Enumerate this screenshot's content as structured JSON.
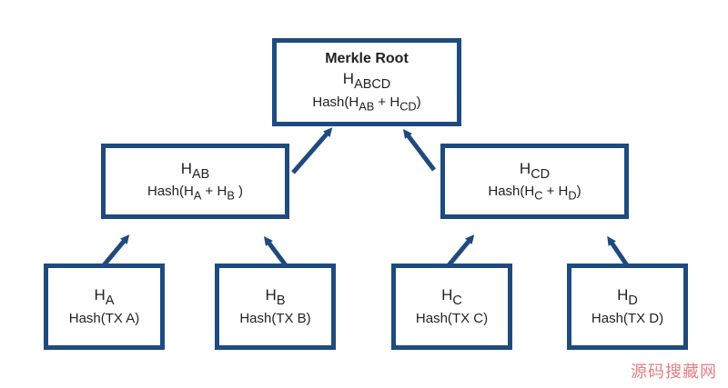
{
  "root": {
    "title": "Merkle Root",
    "h": "H",
    "h_sub": "ABCD",
    "f_pre": "Hash(H",
    "f_sub1": "AB",
    "f_mid": " + H",
    "f_sub2": "CD",
    "f_post": ")"
  },
  "ab": {
    "h": "H",
    "h_sub": "AB",
    "f_pre": "Hash(H",
    "f_sub1": "A",
    "f_mid": " + H",
    "f_sub2": "B",
    "f_post": " )"
  },
  "cd": {
    "h": "H",
    "h_sub": "CD",
    "f_pre": "Hash(H",
    "f_sub1": "C",
    "f_mid": " + H",
    "f_sub2": "D",
    "f_post": ")"
  },
  "leaves": [
    {
      "h": "H",
      "h_sub": "A",
      "f": "Hash(TX A)"
    },
    {
      "h": "H",
      "h_sub": "B",
      "f": "Hash(TX B)"
    },
    {
      "h": "H",
      "h_sub": "C",
      "f": "Hash(TX C)"
    },
    {
      "h": "H",
      "h_sub": "D",
      "f": "Hash(TX D)"
    }
  ],
  "watermark": "源码搜藏网",
  "colors": {
    "box": "#1f4a7e",
    "watermark": "#d2141a"
  }
}
